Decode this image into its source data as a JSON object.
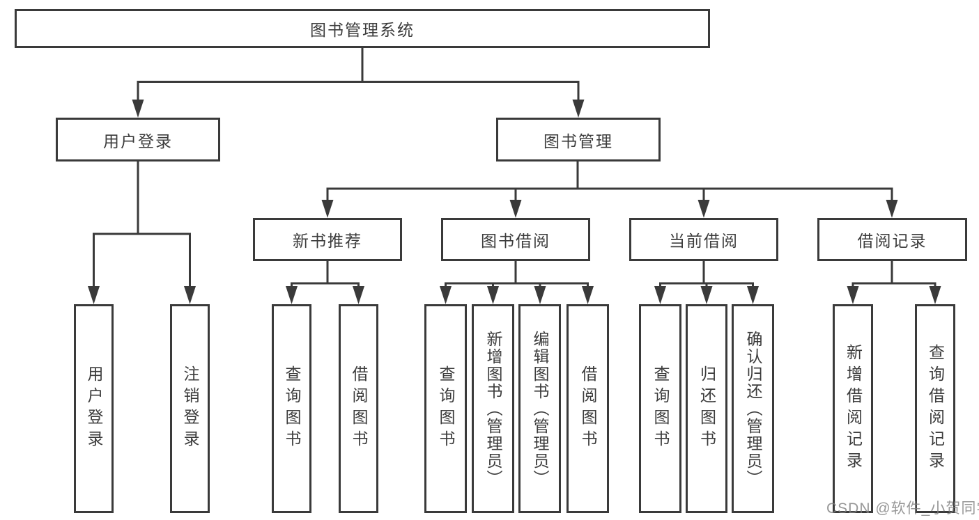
{
  "diagram": {
    "root": {
      "label": "图书管理系统"
    },
    "level2": [
      {
        "label": "用户登录"
      },
      {
        "label": "图书管理"
      }
    ],
    "level3": [
      {
        "label": "新书推荐",
        "parent": "图书管理"
      },
      {
        "label": "图书借阅",
        "parent": "图书管理"
      },
      {
        "label": "当前借阅",
        "parent": "图书管理"
      },
      {
        "label": "借阅记录",
        "parent": "图书管理"
      }
    ],
    "leaves": [
      {
        "label": "用户登录",
        "parent": "用户登录"
      },
      {
        "label": "注销登录",
        "parent": "用户登录"
      },
      {
        "label": "查询图书",
        "parent": "新书推荐"
      },
      {
        "label": "借阅图书",
        "parent": "新书推荐"
      },
      {
        "label": "查询图书",
        "parent": "图书借阅"
      },
      {
        "label": "新增图书（管理员）",
        "parent": "图书借阅"
      },
      {
        "label": "编辑图书（管理员）",
        "parent": "图书借阅"
      },
      {
        "label": "借阅图书",
        "parent": "图书借阅"
      },
      {
        "label": "查询图书",
        "parent": "当前借阅"
      },
      {
        "label": "归还图书",
        "parent": "当前借阅"
      },
      {
        "label": "确认归还（管理员）",
        "parent": "当前借阅"
      },
      {
        "label": "新增借阅记录",
        "parent": "借阅记录"
      },
      {
        "label": "查询借阅记录",
        "parent": "借阅记录"
      }
    ],
    "watermark": "CSDN @软件_小贺同学",
    "line_color": "#3a3a3a"
  }
}
